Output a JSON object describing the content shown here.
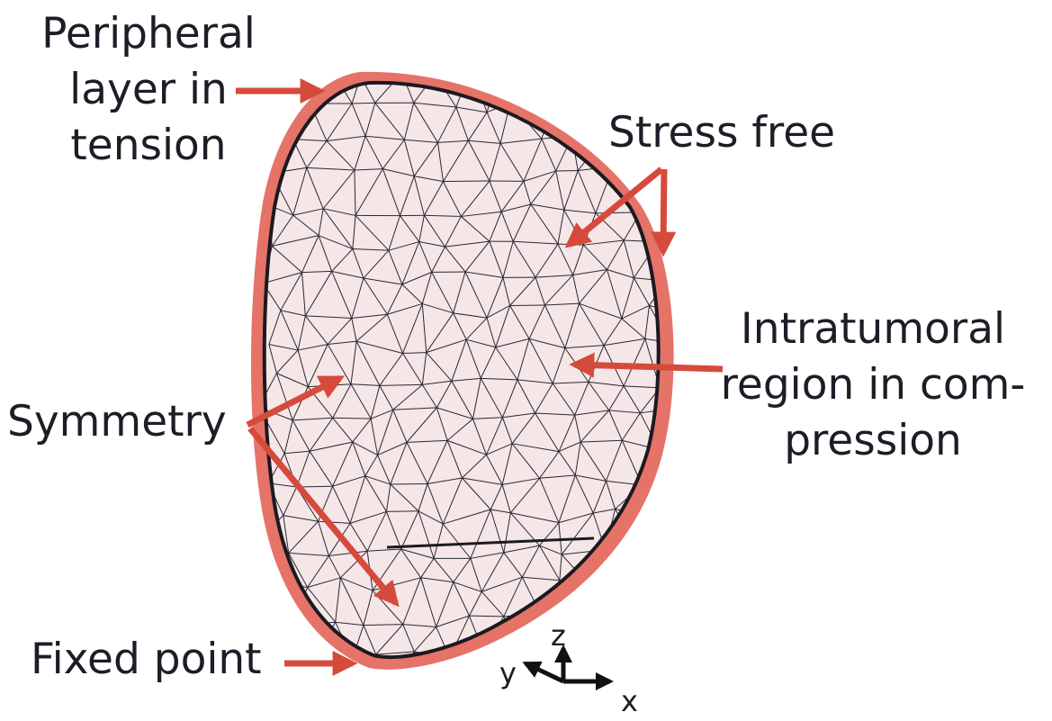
{
  "colors": {
    "arrow": "#d64a3c",
    "body_fill": "#f5e6e8",
    "rim_fill": "#e05a4e",
    "mesh_line": "#2a2830",
    "text": "#1e1c26"
  },
  "labels": {
    "peripheral": [
      "Peripheral",
      "layer in",
      "tension"
    ],
    "stress_free": "Stress free",
    "intratumoral": [
      "Intratumoral",
      "region in com-",
      "pression"
    ],
    "symmetry": "Symmetry",
    "fixed_point": "Fixed point"
  },
  "axes": {
    "z": "z",
    "y": "y",
    "x": "x"
  }
}
